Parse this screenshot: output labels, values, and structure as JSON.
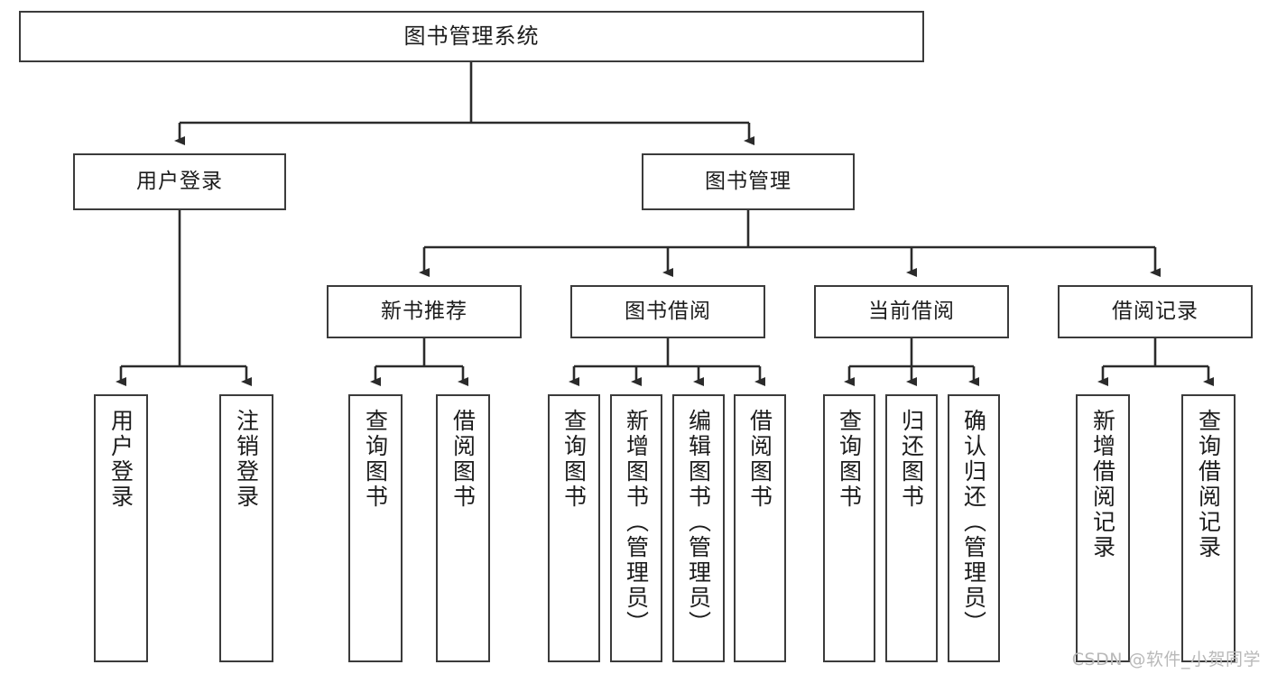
{
  "diagram": {
    "type": "tree",
    "title": "图书管理系统",
    "colors": {
      "box_border": "#3b3b3b",
      "box_fill": "#ffffff",
      "edge": "#2b2b2b",
      "text": "#1c1c1c",
      "watermark": "#b9b9b9"
    },
    "root": {
      "label": "图书管理系统"
    },
    "level2": [
      {
        "label": "用户登录"
      },
      {
        "label": "图书管理"
      }
    ],
    "level3": [
      {
        "label": "新书推荐"
      },
      {
        "label": "图书借阅"
      },
      {
        "label": "当前借阅"
      },
      {
        "label": "借阅记录"
      }
    ],
    "leaves": [
      {
        "label": "用户登录",
        "parent": "用户登录"
      },
      {
        "label": "注销登录",
        "parent": "用户登录"
      },
      {
        "label": "查询图书",
        "parent": "新书推荐"
      },
      {
        "label": "借阅图书",
        "parent": "新书推荐"
      },
      {
        "label": "查询图书",
        "parent": "图书借阅"
      },
      {
        "label": "新增图书（管理员）",
        "parent": "图书借阅"
      },
      {
        "label": "编辑图书（管理员）",
        "parent": "图书借阅"
      },
      {
        "label": "借阅图书",
        "parent": "图书借阅"
      },
      {
        "label": "查询图书",
        "parent": "当前借阅"
      },
      {
        "label": "归还图书",
        "parent": "当前借阅"
      },
      {
        "label": "确认归还（管理员）",
        "parent": "当前借阅"
      },
      {
        "label": "新增借阅记录",
        "parent": "借阅记录"
      },
      {
        "label": "查询借阅记录",
        "parent": "借阅记录"
      }
    ]
  },
  "watermark": {
    "text": "CSDN @软件_小贺同学"
  }
}
